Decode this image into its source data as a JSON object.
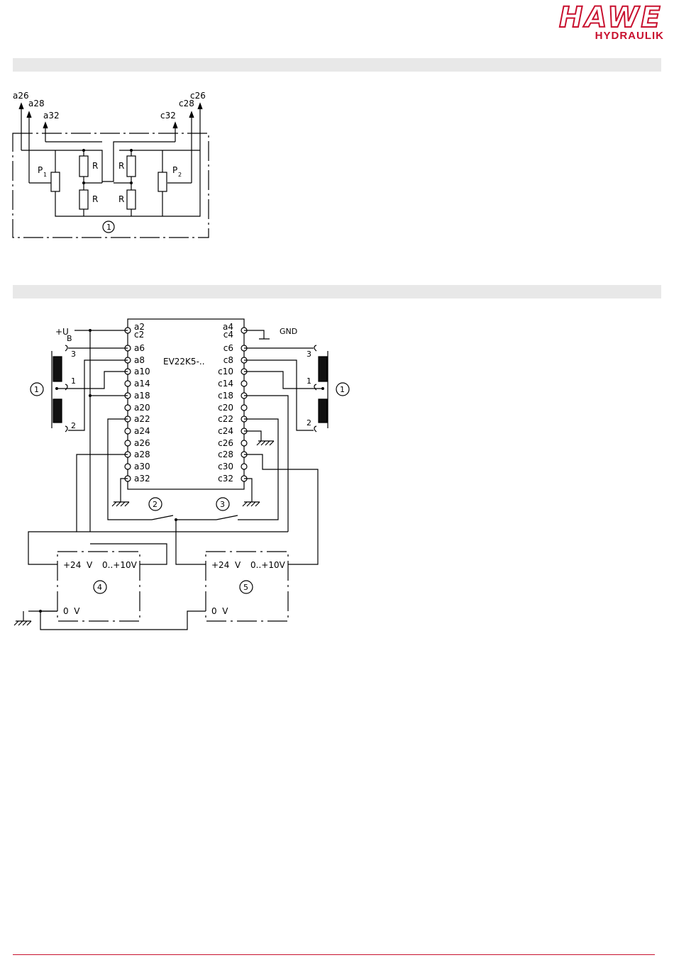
{
  "logo": {
    "main": "HAWE",
    "sub": "HYDRAULIK"
  },
  "diagram1": {
    "terminals_top_left": [
      "a26",
      "a28",
      "a32"
    ],
    "terminals_top_right": [
      "c26",
      "c28",
      "c32"
    ],
    "p1": "P",
    "p1_sub": "1",
    "p2": "P",
    "p2_sub": "2",
    "resistor": "R",
    "marker": "1"
  },
  "diagram2": {
    "chip_name": "EV22K5-..",
    "supply_label": "+U",
    "supply_sub": "B",
    "gnd_label": "GND",
    "left_pins": [
      "a2",
      "c2",
      "a6",
      "a8",
      "a10",
      "a14",
      "a18",
      "a20",
      "a22",
      "a24",
      "a26",
      "a28",
      "a30",
      "a32"
    ],
    "right_pins": [
      "a4",
      "c4",
      "c6",
      "c8",
      "c10",
      "c14",
      "c18",
      "c20",
      "c22",
      "c24",
      "c26",
      "c28",
      "c30",
      "c32"
    ],
    "coil_left_labels": [
      "3",
      "1",
      "2"
    ],
    "coil_right_labels": [
      "3",
      "1",
      "2"
    ],
    "markers": [
      "1",
      "1",
      "2",
      "3",
      "4",
      "5"
    ],
    "box4": {
      "v24": "+24  V",
      "range": "0..+10V",
      "zero": "0  V"
    },
    "box5": {
      "v24": "+24  V",
      "range": "0..+10V",
      "zero": "0  V"
    }
  }
}
